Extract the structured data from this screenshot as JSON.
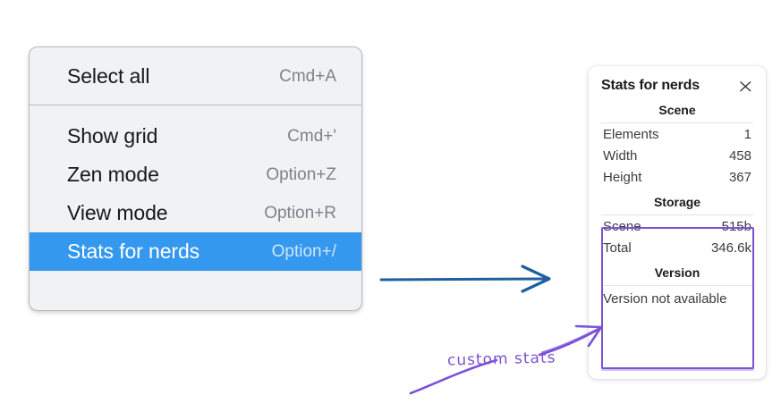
{
  "menu": {
    "groups": [
      {
        "items": [
          {
            "label": "Select all",
            "shortcut": "Cmd+A",
            "selected": false
          }
        ]
      },
      {
        "items": [
          {
            "label": "Show grid",
            "shortcut": "Cmd+'",
            "selected": false
          },
          {
            "label": "Zen mode",
            "shortcut": "Option+Z",
            "selected": false
          },
          {
            "label": "View mode",
            "shortcut": "Option+R",
            "selected": false
          },
          {
            "label": "Stats for nerds",
            "shortcut": "Option+/",
            "selected": true
          }
        ]
      }
    ],
    "highlight_color": "#3498ee",
    "background_color": "#f1f2f4"
  },
  "stats_panel": {
    "title": "Stats for nerds",
    "close_icon": "close-icon",
    "sections": [
      {
        "heading": "Scene",
        "rows": [
          {
            "key": "Elements",
            "value": "1"
          },
          {
            "key": "Width",
            "value": "458"
          },
          {
            "key": "Height",
            "value": "367"
          }
        ]
      },
      {
        "heading": "Storage",
        "rows": [
          {
            "key": "Scene",
            "value": "515b"
          },
          {
            "key": "Total",
            "value": "346.6k"
          }
        ]
      },
      {
        "heading": "Version",
        "plain_rows": [
          "Version not available"
        ]
      }
    ]
  },
  "annotations": {
    "note_text": "custom stats",
    "note_color": "#7b52d6",
    "flow_arrow_color": "#1e5f9e",
    "highlight_box_color": "#7b52d6"
  }
}
